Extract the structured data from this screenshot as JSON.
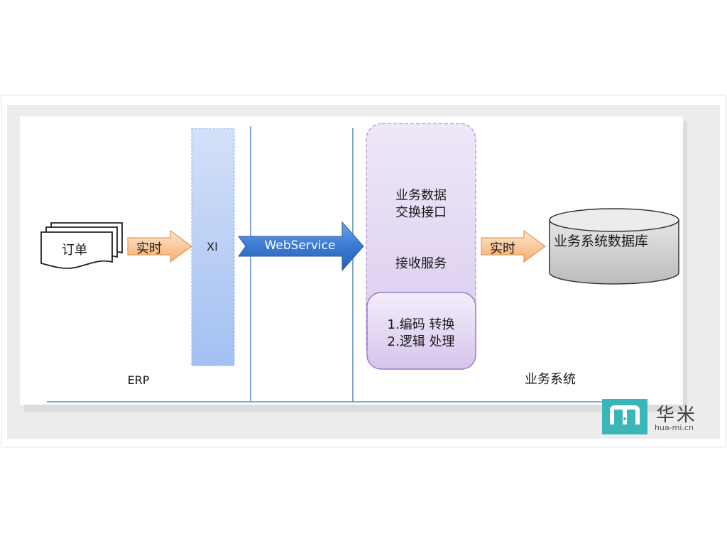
{
  "diagram": {
    "order_label": "订单",
    "realtime_label_left": "实时",
    "xi_label": "XI",
    "webservice_label": "WebService",
    "service_box": {
      "line1": "业务数据",
      "line2": "交换接口",
      "line3": "接收服务"
    },
    "process_box": {
      "line1": "1.编码 转换",
      "line2": "2.逻辑 处理"
    },
    "realtime_label_right": "实时",
    "database_label": "业务系统数据库",
    "erp_label": "ERP",
    "business_system_label": "业务系统"
  },
  "watermark": {
    "brand_cn": "华米",
    "url": "hua-mi.cn"
  },
  "colors": {
    "xi_fill_top": "#c9d8f7",
    "xi_fill_bottom": "#a5c1f2",
    "arrow_orange_top": "#fde1c3",
    "arrow_orange_bottom": "#f6b37a",
    "webservice_blue": "#3a7bd5",
    "service_purple": "#e6dcf2",
    "database_gray": "#c8c8c8",
    "divider_blue": "#5b86c4",
    "watermark_teal": "#3ab6b8"
  }
}
